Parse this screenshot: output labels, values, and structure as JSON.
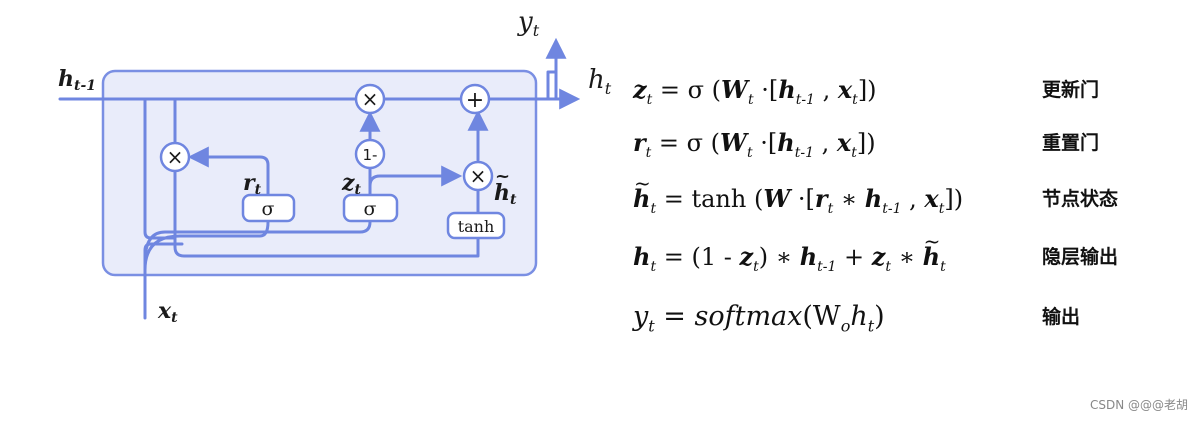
{
  "diagram": {
    "labels": {
      "h_prev": "h",
      "h_prev_sub": "t-1",
      "x_in": "x",
      "x_in_sub": "t",
      "y_out": "y",
      "y_out_sub": "t",
      "h_out": "h",
      "h_out_sub": "t",
      "r_gate": "r",
      "r_gate_sub": "t",
      "z_gate": "z",
      "z_gate_sub": "t",
      "h_cand": "h",
      "h_cand_sub": "t"
    },
    "ops": {
      "multiply": "×",
      "add": "+",
      "one_minus": "1-"
    },
    "gates": {
      "sigma": "σ",
      "tanh": "tanh"
    },
    "colors": {
      "line": "#6f86e0",
      "box_fill": "#e9ecfa",
      "box_stroke": "#7a8fe3"
    }
  },
  "equations": [
    {
      "desc": "更新门"
    },
    {
      "desc": "重置门"
    },
    {
      "desc": "节点状态"
    },
    {
      "desc": "隐层输出"
    },
    {
      "desc": "输出"
    }
  ],
  "watermark": "CSDN @@@老胡"
}
